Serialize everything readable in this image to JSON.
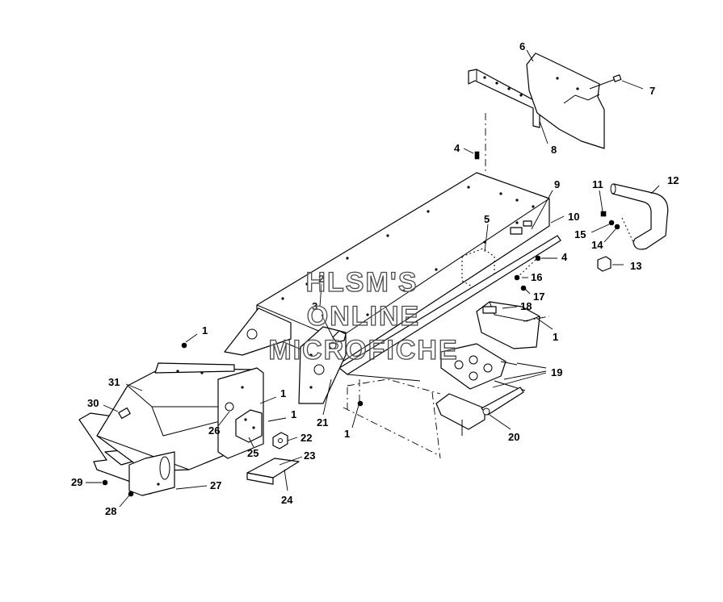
{
  "watermark": {
    "lines": [
      "HLSM'S",
      "ONLINE",
      "MICROFICHE"
    ]
  },
  "callouts": [
    {
      "id": "c6",
      "text": "6"
    },
    {
      "id": "c7",
      "text": "7"
    },
    {
      "id": "c8",
      "text": "8"
    },
    {
      "id": "c4a",
      "text": "4"
    },
    {
      "id": "c9",
      "text": "9"
    },
    {
      "id": "c10",
      "text": "10"
    },
    {
      "id": "c11",
      "text": "11"
    },
    {
      "id": "c12",
      "text": "12"
    },
    {
      "id": "c5",
      "text": "5"
    },
    {
      "id": "c15",
      "text": "15"
    },
    {
      "id": "c14",
      "text": "14"
    },
    {
      "id": "c4b",
      "text": "4"
    },
    {
      "id": "c13",
      "text": "13"
    },
    {
      "id": "c16",
      "text": "16"
    },
    {
      "id": "c17",
      "text": "17"
    },
    {
      "id": "c2",
      "text": "2"
    },
    {
      "id": "c3",
      "text": "3"
    },
    {
      "id": "c18",
      "text": "18"
    },
    {
      "id": "c1a",
      "text": "1"
    },
    {
      "id": "c1b",
      "text": "1"
    },
    {
      "id": "c19",
      "text": "19"
    },
    {
      "id": "c31",
      "text": "31"
    },
    {
      "id": "c1c",
      "text": "1"
    },
    {
      "id": "c30",
      "text": "30"
    },
    {
      "id": "c1d",
      "text": "1"
    },
    {
      "id": "c21",
      "text": "21"
    },
    {
      "id": "c1e",
      "text": "1"
    },
    {
      "id": "c26",
      "text": "26"
    },
    {
      "id": "c22",
      "text": "22"
    },
    {
      "id": "c20",
      "text": "20"
    },
    {
      "id": "c25",
      "text": "25"
    },
    {
      "id": "c23",
      "text": "23"
    },
    {
      "id": "c29",
      "text": "29"
    },
    {
      "id": "c27",
      "text": "27"
    },
    {
      "id": "c28",
      "text": "28"
    },
    {
      "id": "c24",
      "text": "24"
    }
  ]
}
